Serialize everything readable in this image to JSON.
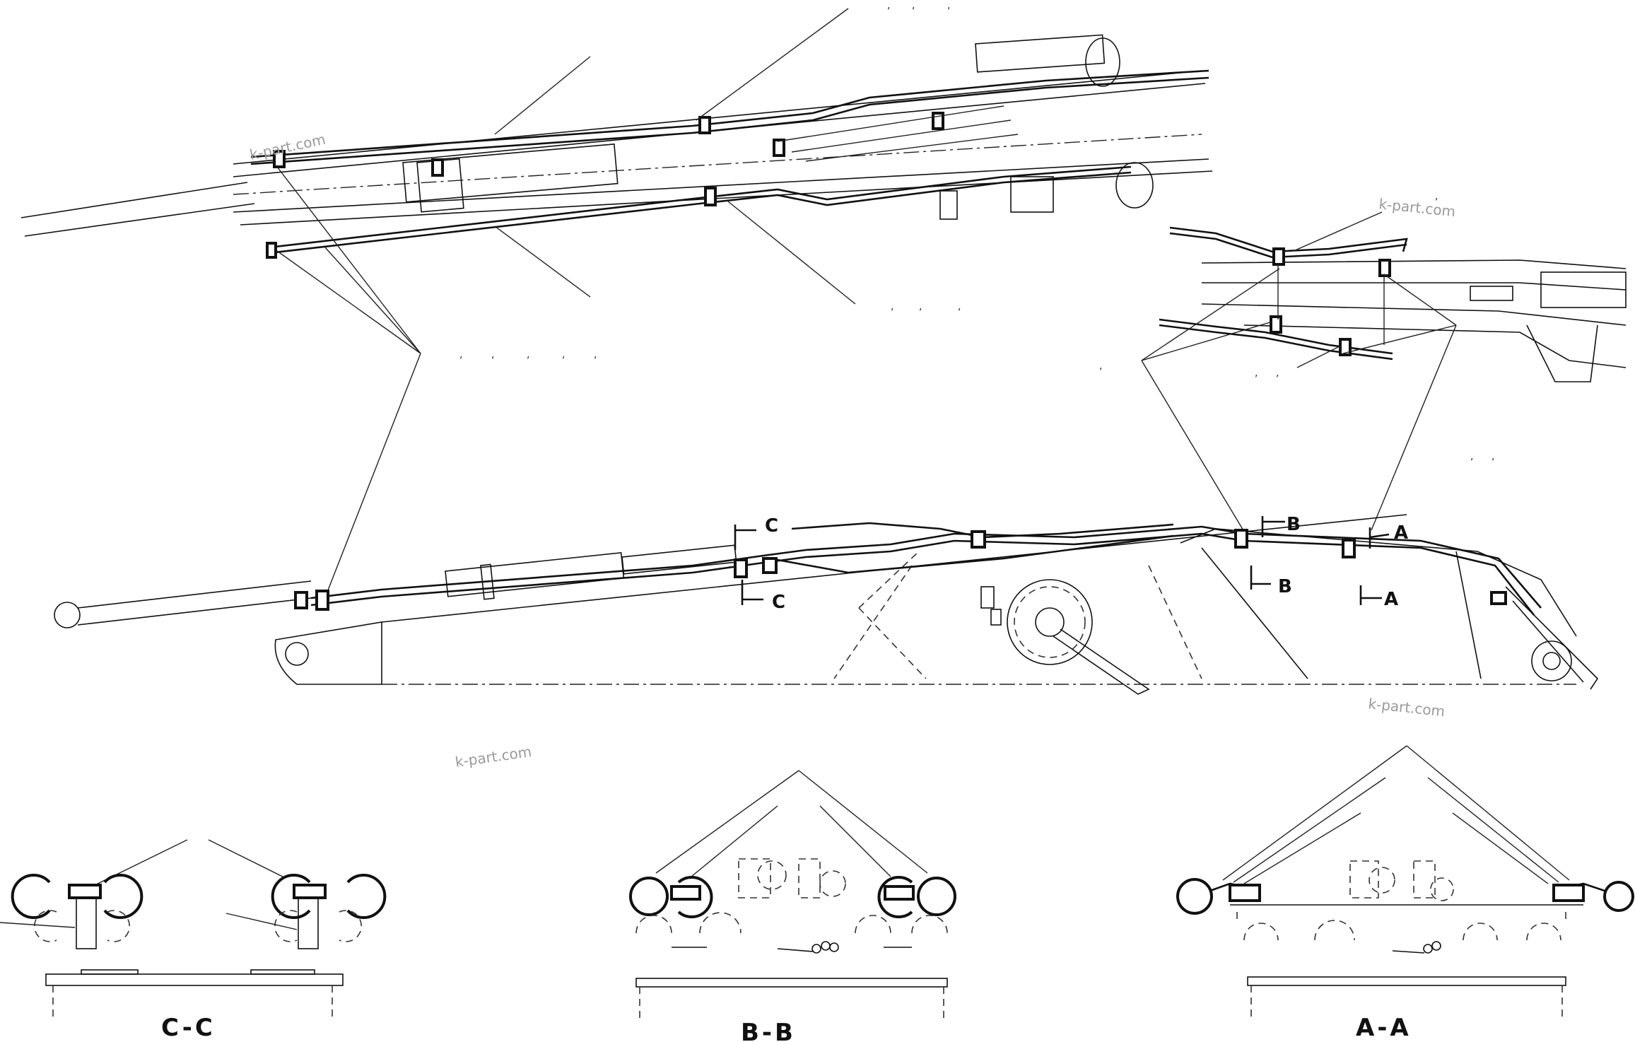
{
  "watermarks": {
    "w1": "k-part.com",
    "w2": "k-part.com",
    "w3": "k-part.com",
    "w4": "k-part.com"
  },
  "section_markers": {
    "c_top": "C",
    "c_bottom": "C",
    "b_top": "B",
    "b_bottom": "B",
    "a_top": "A",
    "a_bottom": "A"
  },
  "section_titles": {
    "cc": "C-C",
    "bb": "B-B",
    "aa": "A-A"
  }
}
